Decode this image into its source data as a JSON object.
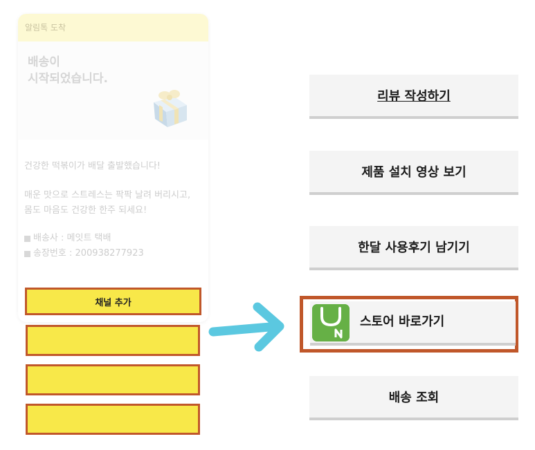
{
  "card": {
    "header": "알림톡 도착",
    "hero_line1": "배송이",
    "hero_line2": "시작되었습니다.",
    "body_line1": "건강한 떡볶이가 배달 출발했습니다!",
    "body_line2": "매운 맛으로 스트레스는 팍팍 날려 버리시고,",
    "body_line3": "몸도 마음도 건강한 한주 되세요!",
    "courier": "배송사 : 메잇트 택배",
    "tracking": "송장번호 : 200938277923",
    "channel_button": "채널 추가"
  },
  "menu": {
    "review": "리뷰 작성하기",
    "install_video": "제품 설치 영상 보기",
    "monthly_review": "한달 사용후기 남기기",
    "store": "스토어 바로가기",
    "shipping": "배송 조회"
  },
  "colors": {
    "highlight_border": "#c0572a",
    "button_yellow": "#f8e849",
    "arrow": "#5bc8e0",
    "store_icon_green": "#66b046"
  },
  "icons": {
    "gift": "gift-box-icon",
    "arrow": "right-arrow-icon",
    "store": "naver-store-icon"
  }
}
